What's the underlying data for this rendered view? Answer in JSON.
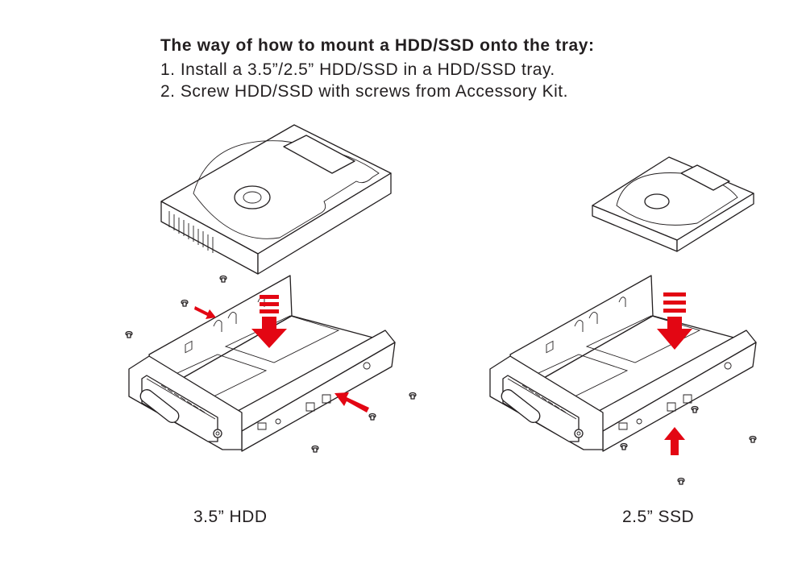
{
  "title": "The way of how to mount a HDD/SSD onto the tray:",
  "steps": [
    "1. Install a 3.5”/2.5” HDD/SSD in a HDD/SSD tray.",
    "2. Screw HDD/SSD with screws from Accessory Kit."
  ],
  "captions": {
    "hdd": "3.5” HDD",
    "ssd": "2.5” SSD"
  },
  "colors": {
    "arrow": "#e30613",
    "line": "#231f20"
  }
}
